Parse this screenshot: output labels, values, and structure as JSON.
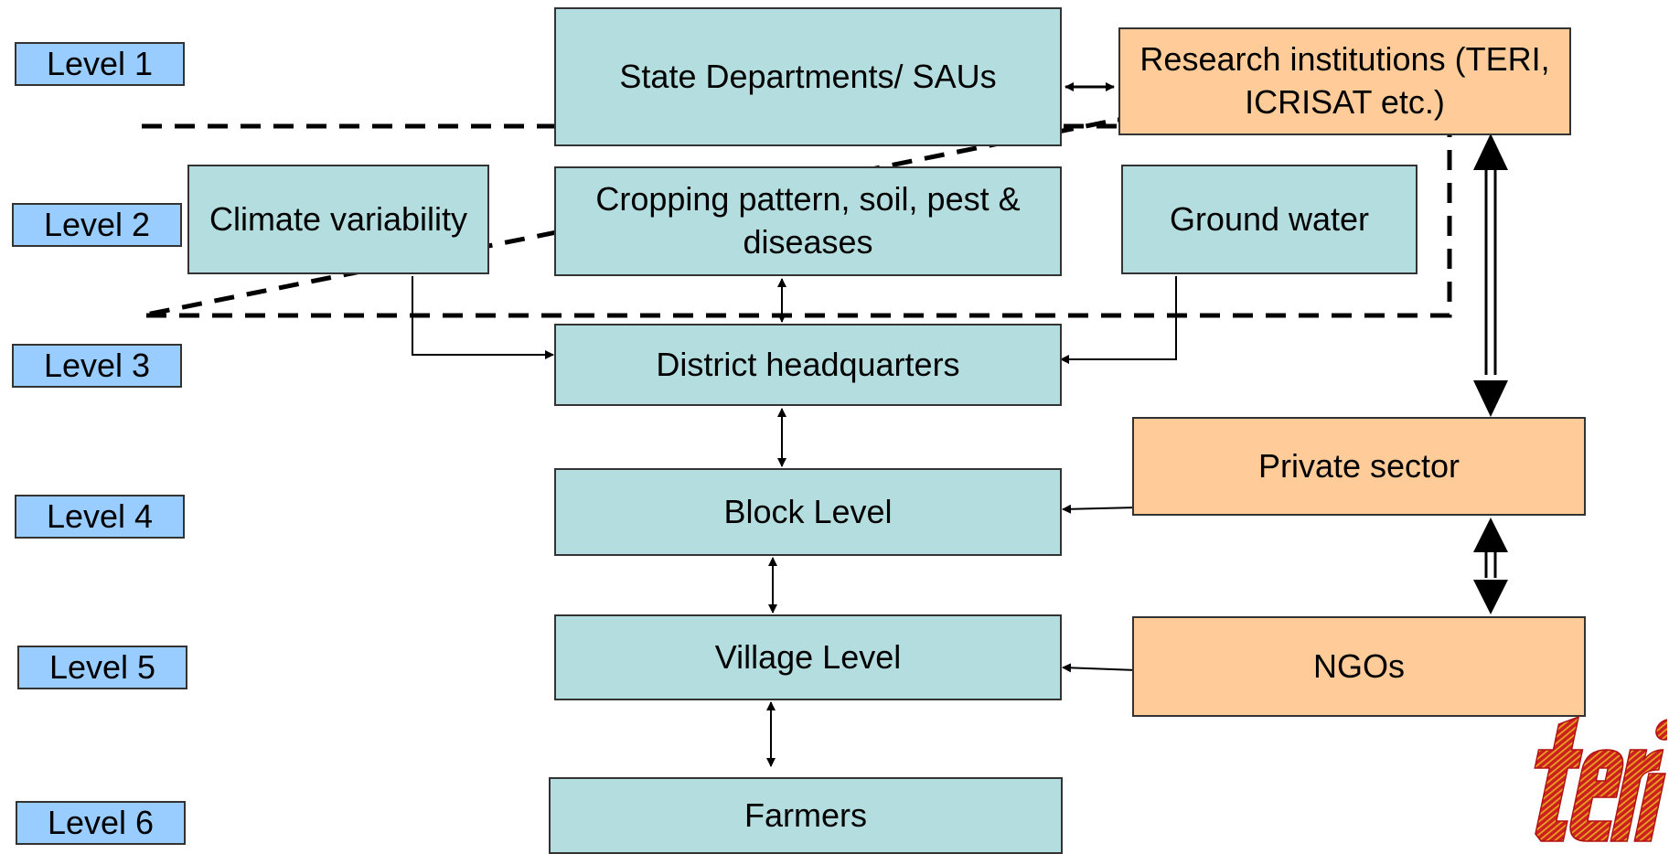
{
  "levels": [
    "Level 1",
    "Level 2",
    "Level 3",
    "Level 4",
    "Level 5",
    "Level 6"
  ],
  "boxes": {
    "state_departments": "State Departments/ SAUs",
    "research_institutions": "Research institutions (TERI, ICRISAT etc.)",
    "climate_variability": "Climate variability",
    "cropping_pattern": "Cropping pattern, soil, pest & diseases",
    "ground_water": "Ground water",
    "district_headquarters": "District headquarters",
    "private_sector": "Private sector",
    "block_level": "Block Level",
    "ngos": "NGOs",
    "village_level": "Village Level",
    "farmers": "Farmers"
  },
  "logo": {
    "text": "teri",
    "color": "#cc1f1f"
  },
  "colors": {
    "level_label": "#99ccff",
    "government_box": "#b4dde0",
    "partner_box": "#ffcc99"
  }
}
